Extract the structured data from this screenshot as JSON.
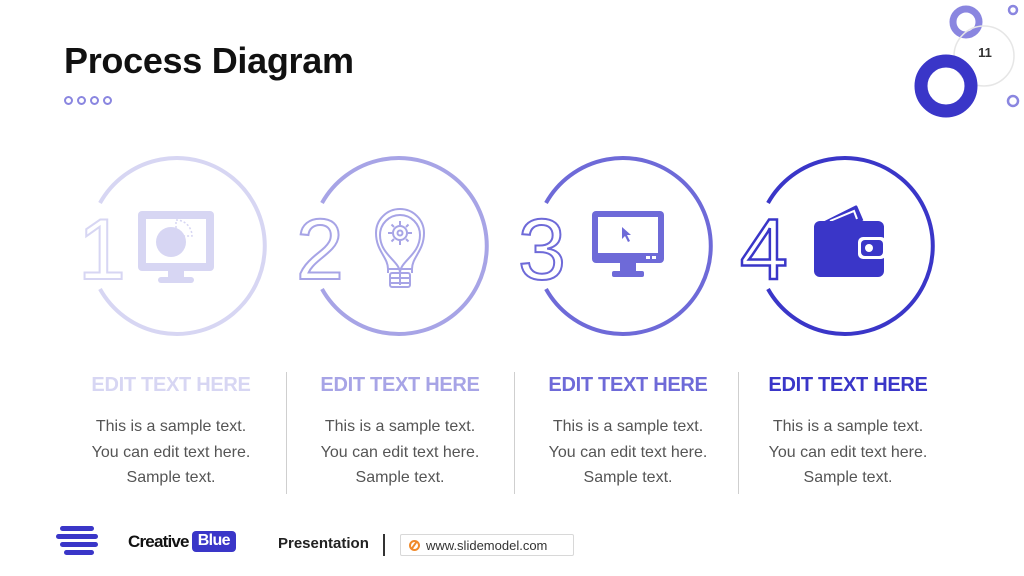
{
  "slide": {
    "title": "Process Diagram",
    "page_number": "11"
  },
  "colors": {
    "accent": "#3a36c8",
    "step_colors": [
      "#d7d6f3",
      "#a7a4e6",
      "#6e6ad8",
      "#3a36c8"
    ]
  },
  "steps": [
    {
      "number": "1",
      "icon": "monitor-pie-chart-icon",
      "heading": "EDIT TEXT HERE",
      "lines": [
        "This is a sample text.",
        "You can edit text here.",
        "Sample text."
      ]
    },
    {
      "number": "2",
      "icon": "lightbulb-gear-icon",
      "heading": "EDIT TEXT HERE",
      "lines": [
        "This is a sample text.",
        "You can edit text here.",
        "Sample text."
      ]
    },
    {
      "number": "3",
      "icon": "monitor-cursor-icon",
      "heading": "EDIT TEXT HERE",
      "lines": [
        "This is a sample text.",
        "You can edit text here.",
        "Sample text."
      ]
    },
    {
      "number": "4",
      "icon": "wallet-icon",
      "heading": "EDIT TEXT HERE",
      "lines": [
        "This is a sample text.",
        "You can edit text here.",
        "Sample text."
      ]
    }
  ],
  "footer": {
    "brand_part1": "Creative",
    "brand_part2": "Blue",
    "label": "Presentation",
    "url": "www.slidemodel.com"
  }
}
